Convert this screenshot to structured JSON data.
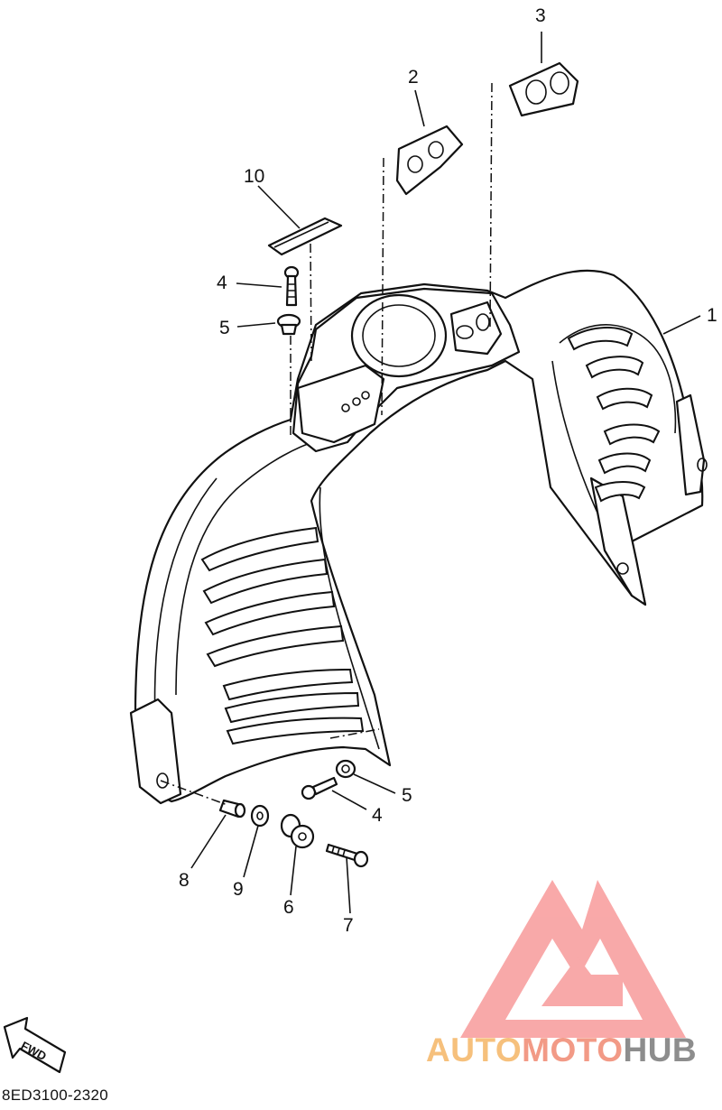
{
  "diagram": {
    "code": "8ED3100-2320",
    "fwd_label": "FWD",
    "callouts": [
      {
        "id": "c1",
        "label": "1"
      },
      {
        "id": "c2",
        "label": "2"
      },
      {
        "id": "c3",
        "label": "3"
      },
      {
        "id": "c4a",
        "label": "4"
      },
      {
        "id": "c5a",
        "label": "5"
      },
      {
        "id": "c10",
        "label": "10"
      },
      {
        "id": "c5b",
        "label": "5"
      },
      {
        "id": "c4b",
        "label": "4"
      },
      {
        "id": "c8",
        "label": "8"
      },
      {
        "id": "c9",
        "label": "9"
      },
      {
        "id": "c6",
        "label": "6"
      },
      {
        "id": "c7",
        "label": "7"
      }
    ]
  },
  "watermark": {
    "part1": "AUTO",
    "part2": "MOTO",
    "part3": "HUB",
    "colors": {
      "auto": "#f6c07c",
      "moto": "#f29a86",
      "hub": "#8d8d8d",
      "logo": "#f8a0a0"
    }
  }
}
